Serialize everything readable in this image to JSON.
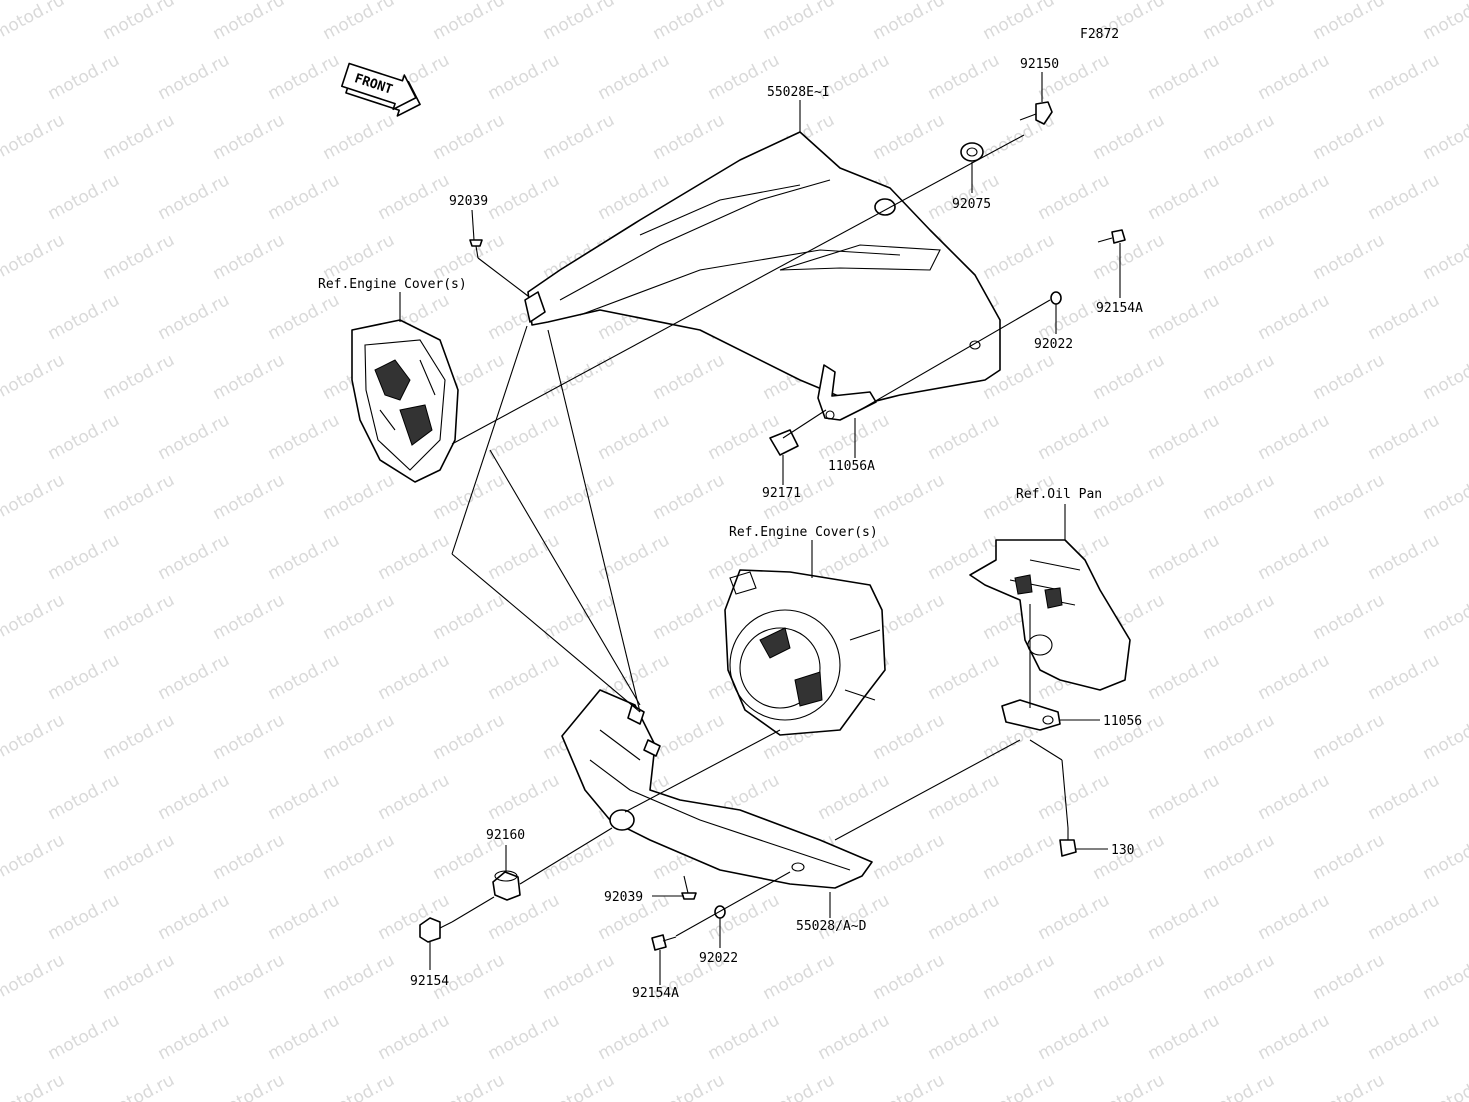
{
  "figure_code": "F2872",
  "front_arrow": "FRONT",
  "watermark": "motod.ru",
  "labels": {
    "l_55028E_I": "55028E~I",
    "l_92150": "92150",
    "l_92075": "92075",
    "l_92039_top": "92039",
    "l_ref_engine_cover_1": "Ref.Engine Cover(s)",
    "l_92154A_top": "92154A",
    "l_92022_top": "92022",
    "l_11056A": "11056A",
    "l_92171": "92171",
    "l_ref_oil_pan": "Ref.Oil Pan",
    "l_ref_engine_cover_2": "Ref.Engine Cover(s)",
    "l_11056": "11056",
    "l_130": "130",
    "l_92160": "92160",
    "l_92039_bottom": "92039",
    "l_92154": "92154",
    "l_92154A_bottom": "92154A",
    "l_92022_bottom": "92022",
    "l_55028_A_D": "55028/A~D"
  }
}
